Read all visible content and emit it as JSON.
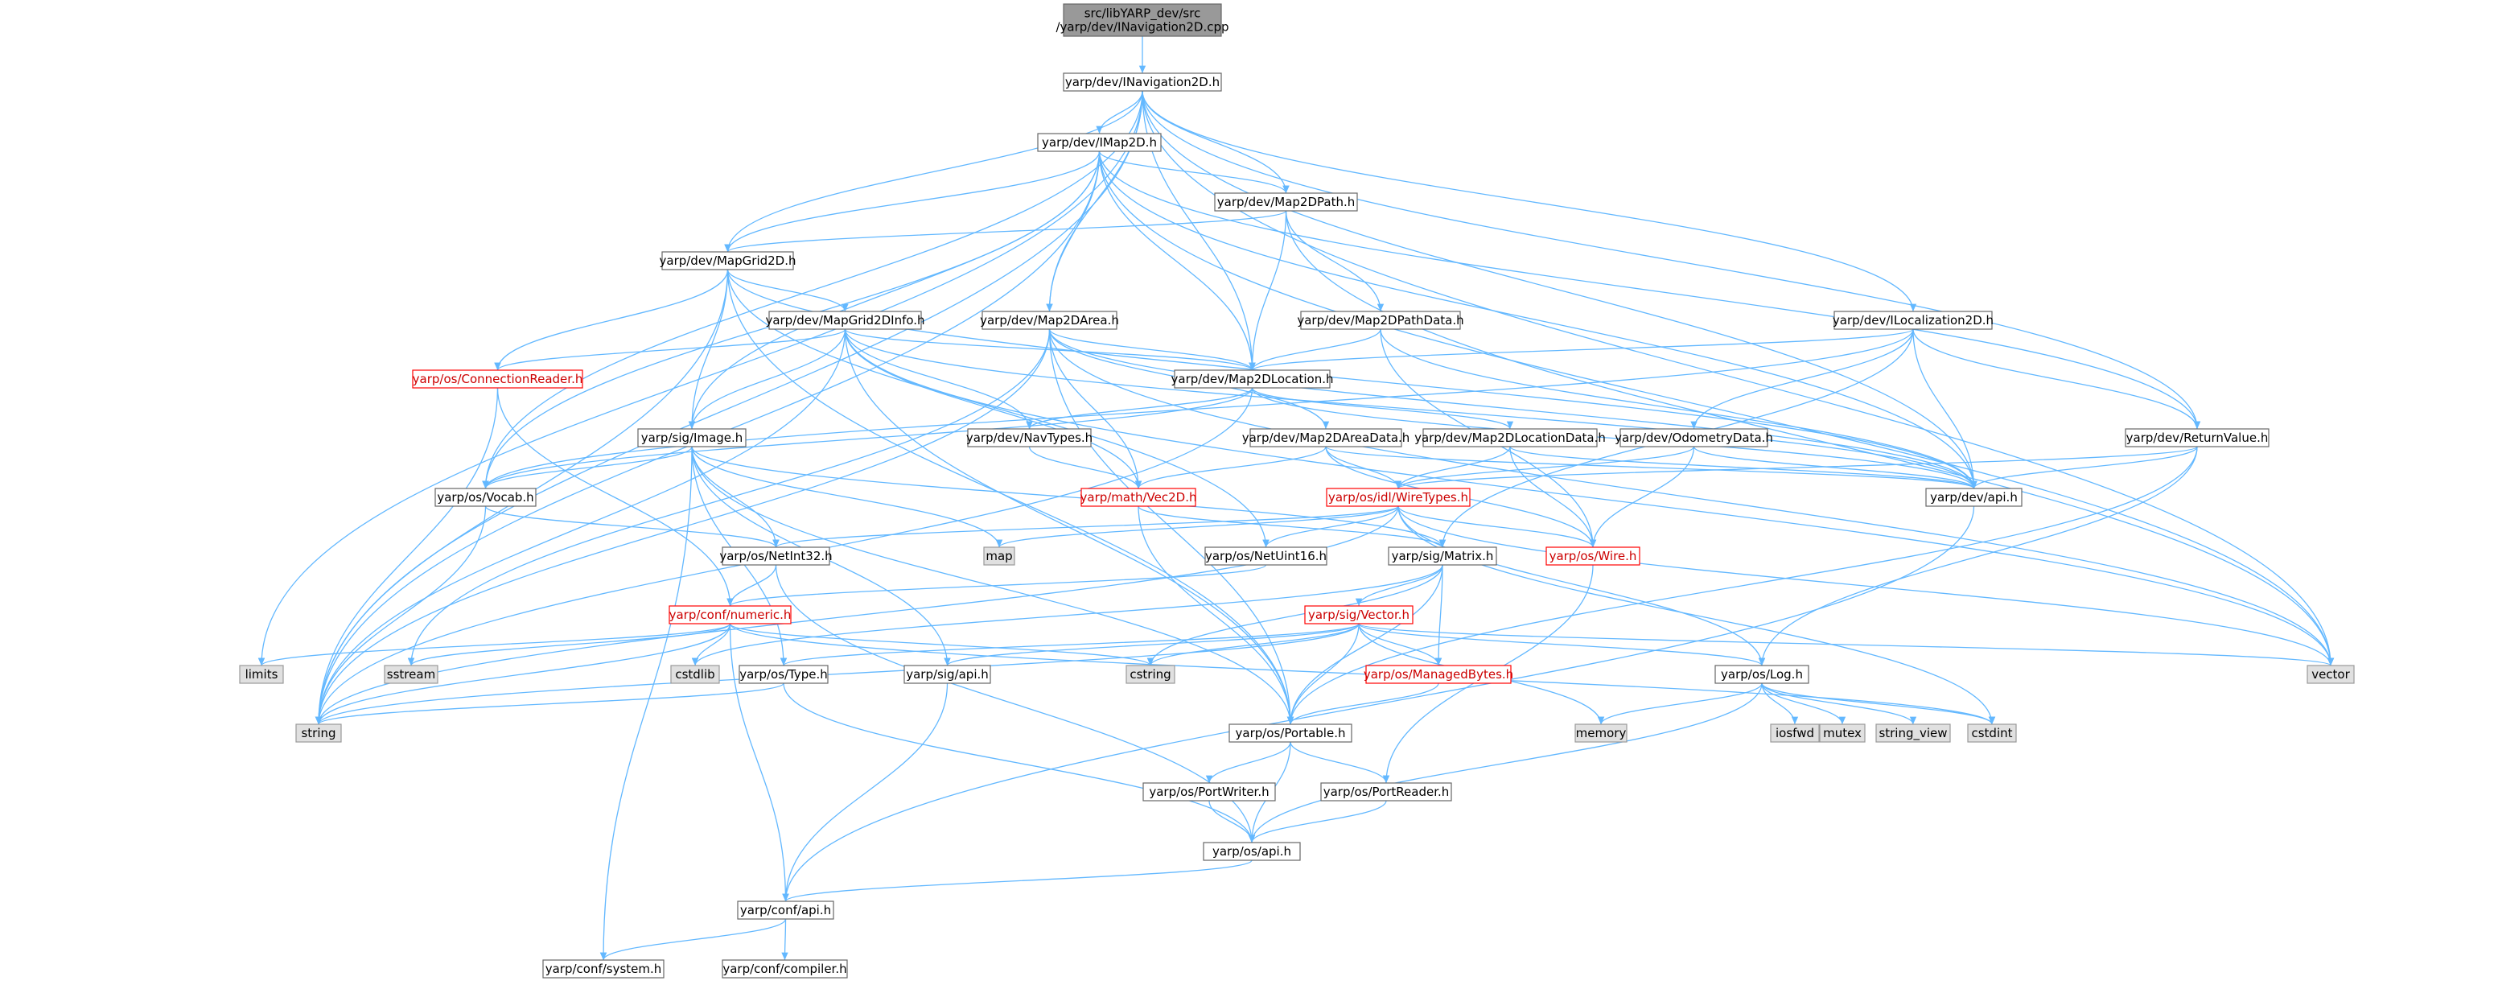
{
  "title": "src/libYARP_dev/src/yarp/dev/INavigation2D.cpp",
  "legend_colors": {
    "root_fill": "#999999",
    "normal_fill": "#ffffff",
    "normal_stroke": "#666666",
    "missing_fill": "#e0e0e0",
    "missing_stroke": "#999999",
    "truncated_stroke": "#ff0000",
    "edge": "#63b8ff",
    "text": "#000000",
    "truncated_text": "#cc0000"
  },
  "nodes": [
    {
      "id": "root",
      "lines": [
        "src/libYARP_dev/src",
        "/yarp/dev/INavigation2D.cpp"
      ],
      "kind": "root"
    },
    {
      "id": "nav2d",
      "label": "yarp/dev/INavigation2D.h",
      "kind": "normal"
    },
    {
      "id": "imap2d",
      "label": "yarp/dev/IMap2D.h",
      "kind": "normal"
    },
    {
      "id": "map2dpath",
      "label": "yarp/dev/Map2DPath.h",
      "kind": "normal"
    },
    {
      "id": "mapgrid2d",
      "label": "yarp/dev/MapGrid2D.h",
      "kind": "normal"
    },
    {
      "id": "mapgrid2dinfo",
      "label": "yarp/dev/MapGrid2DInfo.h",
      "kind": "normal"
    },
    {
      "id": "map2darea",
      "label": "yarp/dev/Map2DArea.h",
      "kind": "normal"
    },
    {
      "id": "map2dpathdata",
      "label": "yarp/dev/Map2DPathData.h",
      "kind": "normal"
    },
    {
      "id": "ilocalization2d",
      "label": "yarp/dev/ILocalization2D.h",
      "kind": "normal"
    },
    {
      "id": "connreader",
      "label": "yarp/os/ConnectionReader.h",
      "kind": "truncated"
    },
    {
      "id": "map2dlocation",
      "label": "yarp/dev/Map2DLocation.h",
      "kind": "normal"
    },
    {
      "id": "sigimage",
      "label": "yarp/sig/Image.h",
      "kind": "normal"
    },
    {
      "id": "navtypes",
      "label": "yarp/dev/NavTypes.h",
      "kind": "normal"
    },
    {
      "id": "map2dareadata",
      "label": "yarp/dev/Map2DAreaData.h",
      "kind": "normal"
    },
    {
      "id": "map2dlocationdata",
      "label": "yarp/dev/Map2DLocationData.h",
      "kind": "normal"
    },
    {
      "id": "odometrydata",
      "label": "yarp/dev/OdometryData.h",
      "kind": "normal"
    },
    {
      "id": "returnvalue",
      "label": "yarp/dev/ReturnValue.h",
      "kind": "normal"
    },
    {
      "id": "vocab",
      "label": "yarp/os/Vocab.h",
      "kind": "normal"
    },
    {
      "id": "vec2d",
      "label": "yarp/math/Vec2D.h",
      "kind": "truncated"
    },
    {
      "id": "wiretypes",
      "label": "yarp/os/idl/WireTypes.h",
      "kind": "truncated"
    },
    {
      "id": "devapi",
      "label": "yarp/dev/api.h",
      "kind": "normal"
    },
    {
      "id": "netint32",
      "label": "yarp/os/NetInt32.h",
      "kind": "normal"
    },
    {
      "id": "map",
      "label": "map",
      "kind": "missing"
    },
    {
      "id": "netuint16",
      "label": "yarp/os/NetUint16.h",
      "kind": "normal"
    },
    {
      "id": "sigmatrix",
      "label": "yarp/sig/Matrix.h",
      "kind": "normal"
    },
    {
      "id": "wire",
      "label": "yarp/os/Wire.h",
      "kind": "truncated"
    },
    {
      "id": "numeric",
      "label": "yarp/conf/numeric.h",
      "kind": "truncated"
    },
    {
      "id": "sigvector",
      "label": "yarp/sig/Vector.h",
      "kind": "truncated"
    },
    {
      "id": "limits",
      "label": "limits",
      "kind": "missing"
    },
    {
      "id": "sstream",
      "label": "sstream",
      "kind": "missing"
    },
    {
      "id": "cstdlib",
      "label": "cstdlib",
      "kind": "missing"
    },
    {
      "id": "ostype",
      "label": "yarp/os/Type.h",
      "kind": "normal"
    },
    {
      "id": "sigapi",
      "label": "yarp/sig/api.h",
      "kind": "normal"
    },
    {
      "id": "cstring",
      "label": "cstring",
      "kind": "missing"
    },
    {
      "id": "managedbytes",
      "label": "yarp/os/ManagedBytes.h",
      "kind": "truncated"
    },
    {
      "id": "oslog",
      "label": "yarp/os/Log.h",
      "kind": "normal"
    },
    {
      "id": "vector",
      "label": "vector",
      "kind": "missing"
    },
    {
      "id": "string",
      "label": "string",
      "kind": "missing"
    },
    {
      "id": "portable",
      "label": "yarp/os/Portable.h",
      "kind": "normal"
    },
    {
      "id": "memory",
      "label": "memory",
      "kind": "missing"
    },
    {
      "id": "iosfwd",
      "label": "iosfwd",
      "kind": "missing"
    },
    {
      "id": "mutex",
      "label": "mutex",
      "kind": "missing"
    },
    {
      "id": "string_view",
      "label": "string_view",
      "kind": "missing"
    },
    {
      "id": "cstdint",
      "label": "cstdint",
      "kind": "missing"
    },
    {
      "id": "portwriter",
      "label": "yarp/os/PortWriter.h",
      "kind": "normal"
    },
    {
      "id": "portreader",
      "label": "yarp/os/PortReader.h",
      "kind": "normal"
    },
    {
      "id": "osapi",
      "label": "yarp/os/api.h",
      "kind": "normal"
    },
    {
      "id": "confapi",
      "label": "yarp/conf/api.h",
      "kind": "normal"
    },
    {
      "id": "confsystem",
      "label": "yarp/conf/system.h",
      "kind": "normal"
    },
    {
      "id": "confcompiler",
      "label": "yarp/conf/compiler.h",
      "kind": "normal"
    }
  ],
  "edges": [
    [
      "root",
      "nav2d"
    ],
    [
      "nav2d",
      "imap2d"
    ],
    [
      "nav2d",
      "map2dpath"
    ],
    [
      "nav2d",
      "mapgrid2d"
    ],
    [
      "nav2d",
      "map2darea"
    ],
    [
      "nav2d",
      "map2dlocation"
    ],
    [
      "nav2d",
      "ilocalization2d"
    ],
    [
      "nav2d",
      "returnvalue"
    ],
    [
      "nav2d",
      "devapi"
    ],
    [
      "nav2d",
      "vocab"
    ],
    [
      "nav2d",
      "limits"
    ],
    [
      "nav2d",
      "string"
    ],
    [
      "nav2d",
      "vector"
    ],
    [
      "imap2d",
      "map2dpath"
    ],
    [
      "imap2d",
      "mapgrid2d"
    ],
    [
      "imap2d",
      "map2darea"
    ],
    [
      "imap2d",
      "map2dlocation"
    ],
    [
      "imap2d",
      "sigimage"
    ],
    [
      "imap2d",
      "vocab"
    ],
    [
      "imap2d",
      "returnvalue"
    ],
    [
      "imap2d",
      "devapi"
    ],
    [
      "imap2d",
      "string"
    ],
    [
      "imap2d",
      "vector"
    ],
    [
      "map2dpath",
      "mapgrid2d"
    ],
    [
      "map2dpath",
      "map2dpathdata"
    ],
    [
      "map2dpath",
      "map2dlocation"
    ],
    [
      "map2dpath",
      "vector"
    ],
    [
      "mapgrid2d",
      "mapgrid2dinfo"
    ],
    [
      "mapgrid2d",
      "connreader"
    ],
    [
      "mapgrid2d",
      "sigimage"
    ],
    [
      "mapgrid2d",
      "netuint16"
    ],
    [
      "mapgrid2d",
      "portable"
    ],
    [
      "mapgrid2d",
      "devapi"
    ],
    [
      "mapgrid2d",
      "string"
    ],
    [
      "mapgrid2dinfo",
      "connreader"
    ],
    [
      "mapgrid2dinfo",
      "sigimage"
    ],
    [
      "mapgrid2dinfo",
      "map2dlocation"
    ],
    [
      "mapgrid2dinfo",
      "navtypes"
    ],
    [
      "mapgrid2dinfo",
      "vec2d"
    ],
    [
      "mapgrid2dinfo",
      "portable"
    ],
    [
      "mapgrid2dinfo",
      "devapi"
    ],
    [
      "mapgrid2dinfo",
      "string"
    ],
    [
      "mapgrid2dinfo",
      "vector"
    ],
    [
      "map2darea",
      "map2dlocation"
    ],
    [
      "map2darea",
      "map2dareadata"
    ],
    [
      "map2darea",
      "vec2d"
    ],
    [
      "map2darea",
      "portable"
    ],
    [
      "map2darea",
      "devapi"
    ],
    [
      "map2darea",
      "sstream"
    ],
    [
      "map2darea",
      "string"
    ],
    [
      "map2darea",
      "vector"
    ],
    [
      "map2dpathdata",
      "map2dlocation"
    ],
    [
      "map2dpathdata",
      "wire"
    ],
    [
      "map2dpathdata",
      "devapi"
    ],
    [
      "ilocalization2d",
      "map2dlocation"
    ],
    [
      "ilocalization2d",
      "odometrydata"
    ],
    [
      "ilocalization2d",
      "returnvalue"
    ],
    [
      "ilocalization2d",
      "devapi"
    ],
    [
      "ilocalization2d",
      "sigmatrix"
    ],
    [
      "ilocalization2d",
      "vocab"
    ],
    [
      "connreader",
      "numeric"
    ],
    [
      "connreader",
      "string"
    ],
    [
      "map2dlocation",
      "navtypes"
    ],
    [
      "map2dlocation",
      "map2dlocationdata"
    ],
    [
      "map2dlocation",
      "devapi"
    ],
    [
      "map2dlocation",
      "string"
    ],
    [
      "map2dlocation",
      "vocab"
    ],
    [
      "sigimage",
      "vocab"
    ],
    [
      "sigimage",
      "netint32"
    ],
    [
      "sigimage",
      "sigmatrix"
    ],
    [
      "sigimage",
      "portable"
    ],
    [
      "sigimage",
      "ostype"
    ],
    [
      "sigimage",
      "sigapi"
    ],
    [
      "sigimage",
      "confsystem"
    ],
    [
      "sigimage",
      "map"
    ],
    [
      "navtypes",
      "vec2d"
    ],
    [
      "map2dareadata",
      "vec2d"
    ],
    [
      "map2dareadata",
      "wiretypes"
    ],
    [
      "map2dareadata",
      "wire"
    ],
    [
      "map2dareadata",
      "devapi"
    ],
    [
      "map2dlocationdata",
      "wiretypes"
    ],
    [
      "map2dlocationdata",
      "wire"
    ],
    [
      "map2dlocationdata",
      "devapi"
    ],
    [
      "odometrydata",
      "wiretypes"
    ],
    [
      "odometrydata",
      "wire"
    ],
    [
      "odometrydata",
      "devapi"
    ],
    [
      "returnvalue",
      "wiretypes"
    ],
    [
      "returnvalue",
      "devapi"
    ],
    [
      "returnvalue",
      "portable"
    ],
    [
      "returnvalue",
      "oslog"
    ],
    [
      "vocab",
      "netint32"
    ],
    [
      "vocab",
      "string"
    ],
    [
      "vec2d",
      "sigmatrix"
    ],
    [
      "vec2d",
      "portable"
    ],
    [
      "wiretypes",
      "netint32"
    ],
    [
      "wiretypes",
      "netuint16"
    ],
    [
      "wiretypes",
      "wire"
    ],
    [
      "wiretypes",
      "map"
    ],
    [
      "wiretypes",
      "string"
    ],
    [
      "wiretypes",
      "vector"
    ],
    [
      "wiretypes",
      "cstdint"
    ],
    [
      "wiretypes",
      "oslog"
    ],
    [
      "devapi",
      "confapi"
    ],
    [
      "netint32",
      "numeric"
    ],
    [
      "netint32",
      "osapi"
    ],
    [
      "netuint16",
      "numeric"
    ],
    [
      "sigmatrix",
      "sigvector"
    ],
    [
      "sigmatrix",
      "managedbytes"
    ],
    [
      "sigmatrix",
      "portable"
    ],
    [
      "sigmatrix",
      "cstring"
    ],
    [
      "sigmatrix",
      "cstdlib"
    ],
    [
      "wire",
      "portreader"
    ],
    [
      "numeric",
      "confapi"
    ],
    [
      "numeric",
      "limits"
    ],
    [
      "numeric",
      "sstream"
    ],
    [
      "numeric",
      "cstdlib"
    ],
    [
      "numeric",
      "cstring"
    ],
    [
      "numeric",
      "string"
    ],
    [
      "numeric",
      "cstdint"
    ],
    [
      "sigvector",
      "managedbytes"
    ],
    [
      "sigvector",
      "portable"
    ],
    [
      "sigvector",
      "ostype"
    ],
    [
      "sigvector",
      "sigapi"
    ],
    [
      "sigvector",
      "oslog"
    ],
    [
      "sigvector",
      "vector"
    ],
    [
      "sigvector",
      "string"
    ],
    [
      "sigvector",
      "cstring"
    ],
    [
      "sigvector",
      "memory"
    ],
    [
      "ostype",
      "osapi"
    ],
    [
      "ostype",
      "string"
    ],
    [
      "sigapi",
      "confapi"
    ],
    [
      "managedbytes",
      "portable"
    ],
    [
      "oslog",
      "osapi"
    ],
    [
      "oslog",
      "memory"
    ],
    [
      "oslog",
      "iosfwd"
    ],
    [
      "oslog",
      "mutex"
    ],
    [
      "oslog",
      "string_view"
    ],
    [
      "oslog",
      "cstdint"
    ],
    [
      "portable",
      "portwriter"
    ],
    [
      "portable",
      "portreader"
    ],
    [
      "portable",
      "osapi"
    ],
    [
      "portwriter",
      "osapi"
    ],
    [
      "portreader",
      "osapi"
    ],
    [
      "osapi",
      "confapi"
    ],
    [
      "confapi",
      "confsystem"
    ],
    [
      "confapi",
      "confcompiler"
    ]
  ]
}
